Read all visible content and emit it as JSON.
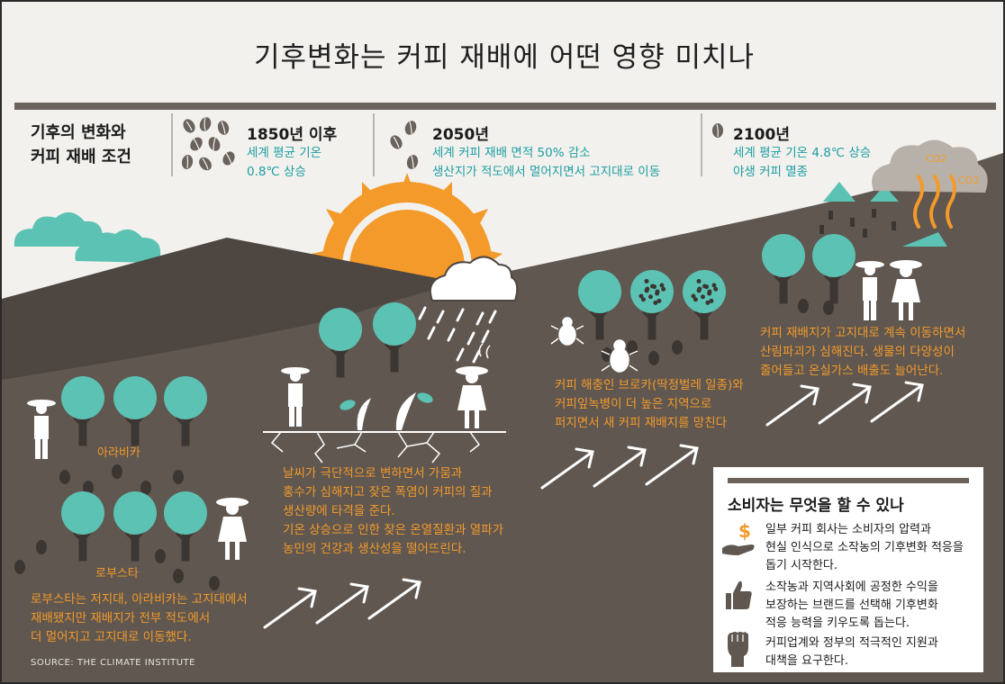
{
  "title": "기후변화는 커피 재배에 어떤 영향 미치나",
  "conditions_title_lines": [
    "기후의 변화와",
    "커피 재배 조건"
  ],
  "eras": [
    {
      "year": "1850년 이후",
      "desc_lines": [
        "세계 평균 기온",
        "0.8℃ 상승"
      ]
    },
    {
      "year": "2050년",
      "desc_lines": [
        "세계 커피 재배 면적 50% 감소",
        "생산지가 적도에서 멀어지면서 고지대로 이동"
      ]
    },
    {
      "year": "2100년",
      "desc_lines": [
        "세계 평균 기온 4.8℃ 상승",
        "야생 커피 멸종"
      ]
    }
  ],
  "labels": {
    "arabica": "아라비카",
    "robusta": "로부스타",
    "co2_a": "CO2",
    "co2_b": "CO2"
  },
  "paragraphs": {
    "lowland": [
      "로부스타는 저지대, 아라비카는 고지대에서",
      "재배됐지만 재배지가 전부 적도에서",
      "더 멀어지고 고지대로 이동했다."
    ],
    "weather": [
      "날씨가 극단적으로 변하면서 가뭄과",
      "홍수가 심해지고 잦은 폭염이 커피의 질과",
      "생산량에 타격을 준다.",
      "기온 상승으로 인한 잦은 온열질환과 열파가",
      "농민의 건강과 생산성을 떨어뜨린다."
    ],
    "pests": [
      "커피 해충인 브로카(딱정벌레 일종)와",
      "커피잎녹병이 더 높은 지역으로",
      "퍼지면서 새 커피 재배지를 망친다"
    ],
    "highland": [
      "커피 재배지가 고지대로 계속 이동하면서",
      "산림파괴가 심해진다. 생물의 다양성이",
      "줄어들고 온실가스 배출도 늘어난다."
    ]
  },
  "source": "SOURCE: THE CLIMATE INSTITUTE",
  "consumer": {
    "title": "소비자는 무엇을 할 수 있나",
    "tips": [
      {
        "icon": "hand-dollar-icon",
        "lines": [
          "일부 커피 회사는 소비자의 압력과",
          "현실 인식으로 소작농의 기후변화 적응을",
          "돕기 시작한다."
        ]
      },
      {
        "icon": "thumbs-up-icon",
        "lines": [
          "소작농과 지역사회에 공정한 수익을",
          "보장하는 브랜드를 선택해 기후변화",
          "적응 능력을 키우도록 돕는다."
        ]
      },
      {
        "icon": "raised-fist-icon",
        "lines": [
          "커피업계와 정부의 적극적인 지원과",
          "대책을 요구한다."
        ]
      }
    ]
  },
  "colors": {
    "ground": "#5f5750",
    "hill_dark": "#4d4641",
    "tree": "#5cc2b3",
    "trunk": "#3c3632",
    "sun": "#f39a2b",
    "accent_teal": "#1d9ea2",
    "orange_text": "#f39a2b"
  }
}
